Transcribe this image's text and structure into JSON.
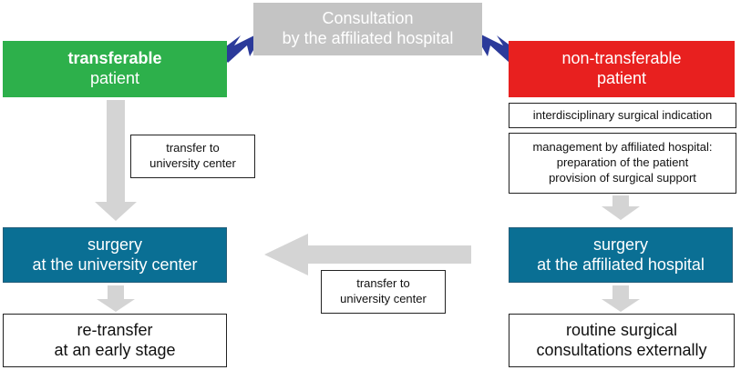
{
  "nodes": {
    "consultation": [
      "Consultation",
      "by the affiliated hospital"
    ],
    "transferable": [
      "transferable",
      "patient"
    ],
    "non_transferable": [
      "non-transferable",
      "patient"
    ],
    "transfer_note_top": [
      "transfer to",
      "university center"
    ],
    "interdisciplinary": "interdisciplinary surgical indication",
    "management": [
      "management by affiliated hospital:",
      "preparation of the patient",
      "provision of surgical support"
    ],
    "surgery_university": [
      "surgery",
      "at the university center"
    ],
    "surgery_affiliated": [
      "surgery",
      "at the affiliated hospital"
    ],
    "transfer_note_bottom": [
      "transfer to",
      "university center"
    ],
    "retransfer": [
      "re-transfer",
      "at an early stage"
    ],
    "routine": [
      "routine surgical",
      "consultations externally"
    ]
  },
  "colors": {
    "gray": "#c4c4c4",
    "green": "#2db04b",
    "red": "#e8201f",
    "blue": "#0a6f94",
    "navy_arrow": "#2b3a9a",
    "light_arrow": "#d4d4d4"
  }
}
